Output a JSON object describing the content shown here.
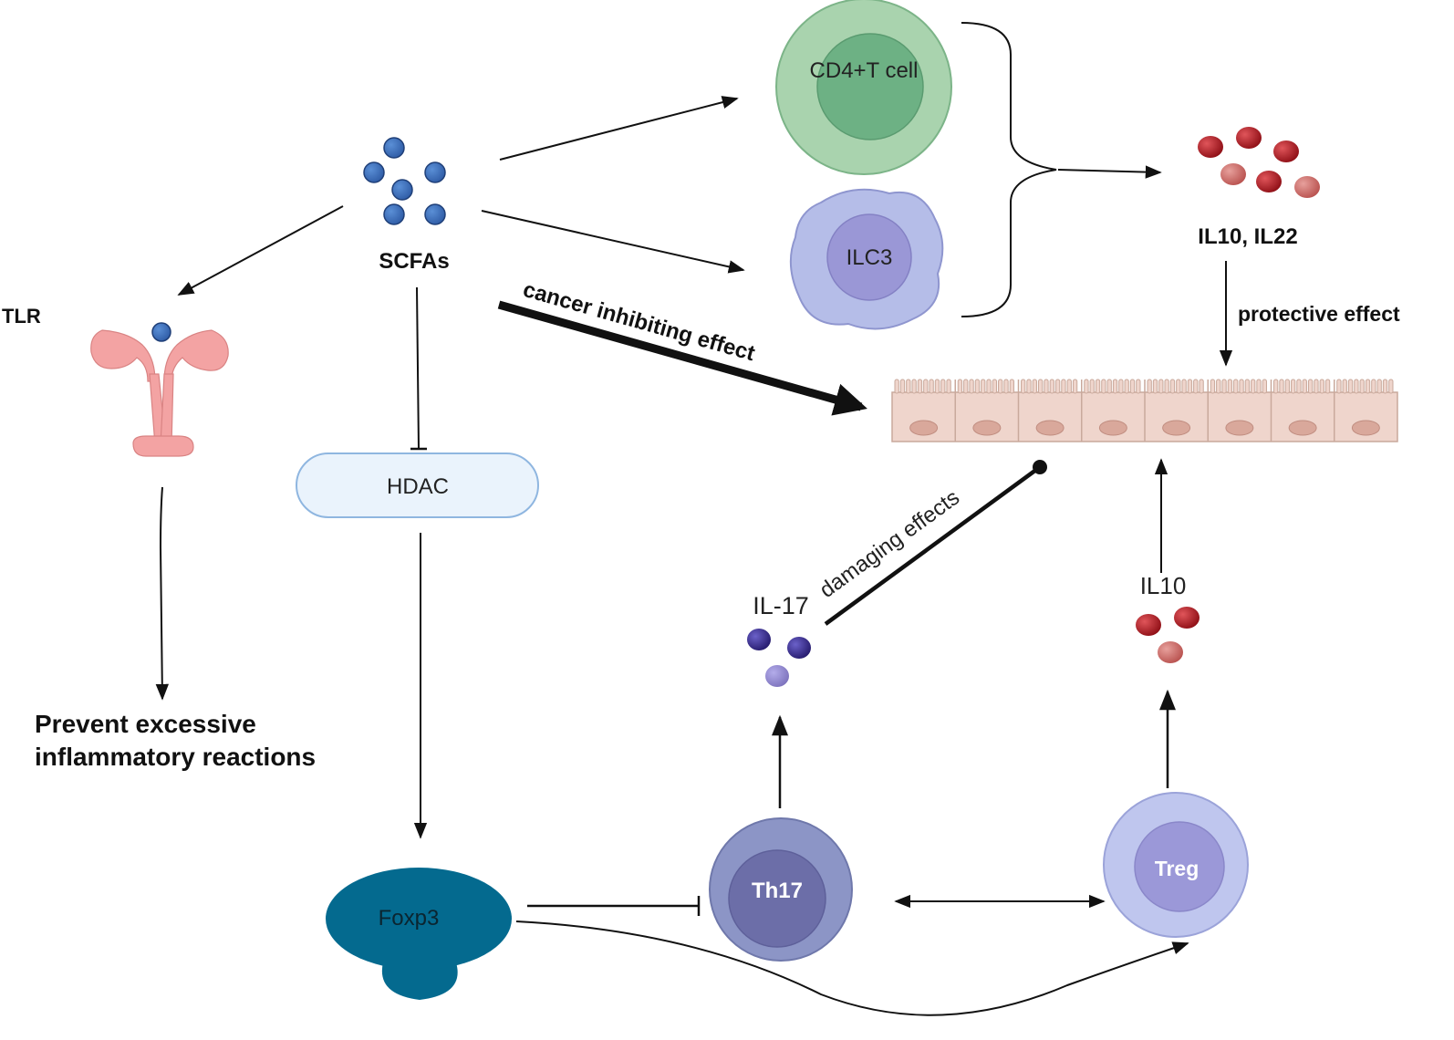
{
  "labels": {
    "scfas": "SCFAs",
    "tlr": "TLR",
    "hdac": "HDAC",
    "cd4": "CD4+T cell",
    "ilc3": "ILC3",
    "il10_il22": "IL10, IL22",
    "protective": "protective effect",
    "cancer": "cancer inhibiting effect",
    "damaging": "damaging effects",
    "il17": "IL-17",
    "il10": "IL10",
    "prevent_line1": "Prevent excessive",
    "prevent_line2": "inflammatory reactions",
    "foxp3": "Foxp3",
    "th17": "Th17",
    "treg": "Treg"
  },
  "colors": {
    "scfa_blue": "#3d6fb6",
    "cd4_outer": "#a9d3ae",
    "cd4_inner": "#6db184",
    "ilc3_outer": "#b5bde8",
    "ilc3_inner": "#9a97d6",
    "hdac_fill": "#eaf3fc",
    "hdac_stroke": "#8fb6e0",
    "tlr_pink": "#f3a3a3",
    "epithelium": "#efd5cc",
    "nucleus": "#d9a89b",
    "cytokine_red": "#a8151c",
    "cytokine_light_red": "#c8605e",
    "il17_dark": "#3a2d8a",
    "il17_light": "#8f86c9",
    "foxp3": "#046a8f",
    "th17_outer": "#8c95c6",
    "th17_inner": "#6c6ea8",
    "treg_outer": "#bfc6ee",
    "treg_inner": "#9b98d8"
  }
}
